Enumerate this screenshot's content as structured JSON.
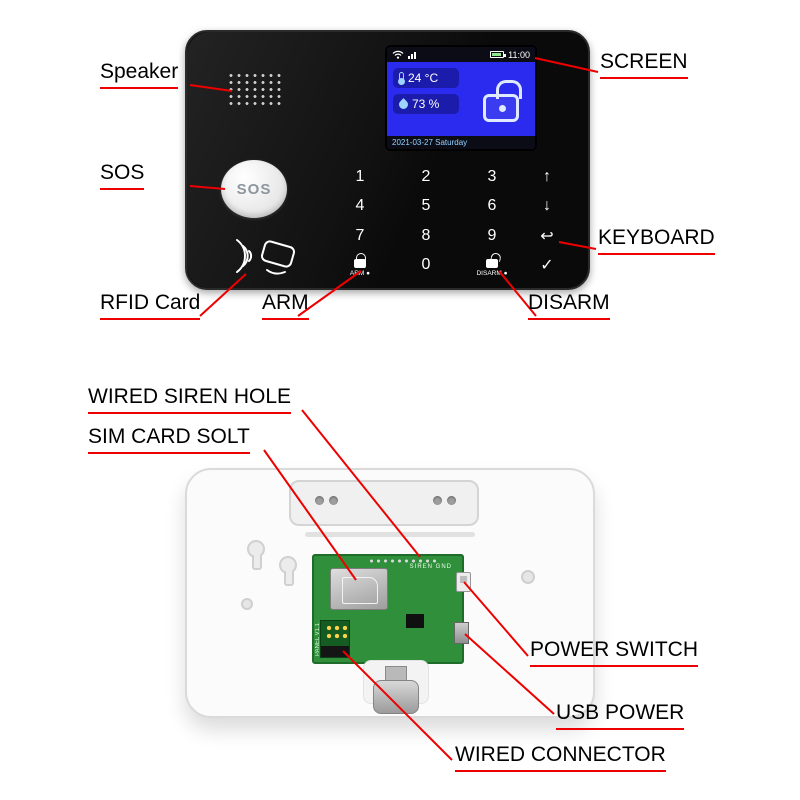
{
  "colors": {
    "callout": "#ee0000",
    "device_black": "#0a0a0a",
    "screen_blue": "#2b2bef",
    "pcb_green": "#2f8f3b"
  },
  "front_labels": {
    "speaker": "Speaker",
    "sos": "SOS",
    "rfid": "RFID Card",
    "screen": "SCREEN",
    "keyboard": "KEYBOARD",
    "arm": "ARM",
    "disarm": "DISARM"
  },
  "back_labels": {
    "wired_siren_hole": "WIRED SIREN HOLE",
    "sim_card_slot": "SIM CARD SOLT",
    "power_switch": "POWER SWITCH",
    "usb_power": "USB POWER",
    "wired_connector": "WIRED CONNECTOR"
  },
  "device_front": {
    "sos_button": "SOS",
    "screen": {
      "time": "11:00",
      "temp": "24 °C",
      "humidity": "73 %",
      "date": "2021-03-27 Saturday"
    },
    "keypad": {
      "digits": [
        "1",
        "2",
        "3",
        "4",
        "5",
        "6",
        "7",
        "8",
        "9"
      ],
      "zero": "0",
      "arm_key": "ARM ●",
      "disarm_key": "DISARM ●",
      "nav_up": "↑",
      "nav_down": "↓",
      "nav_back": "↩",
      "nav_ok": "✓"
    }
  },
  "device_back": {
    "pcb_panel_text": "PANEL V1.1",
    "pcb_siren_text": "SIREN GND"
  }
}
